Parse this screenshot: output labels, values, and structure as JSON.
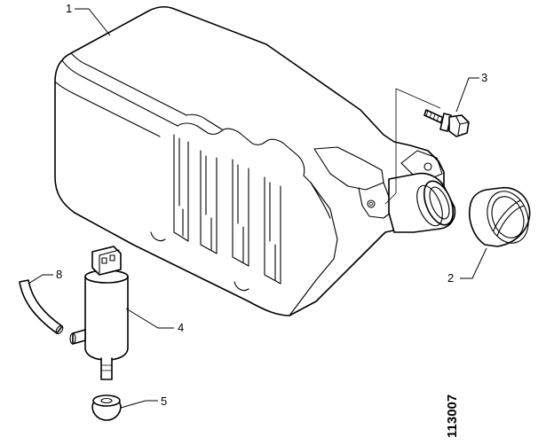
{
  "diagram": {
    "callouts": [
      {
        "number": "1",
        "part": "tank"
      },
      {
        "number": "2",
        "part": "filler-cap"
      },
      {
        "number": "3",
        "part": "bolt"
      },
      {
        "number": "4",
        "part": "pump"
      },
      {
        "number": "5",
        "part": "grommet"
      },
      {
        "number": "8",
        "part": "hose"
      }
    ],
    "reference_number": "113007"
  }
}
